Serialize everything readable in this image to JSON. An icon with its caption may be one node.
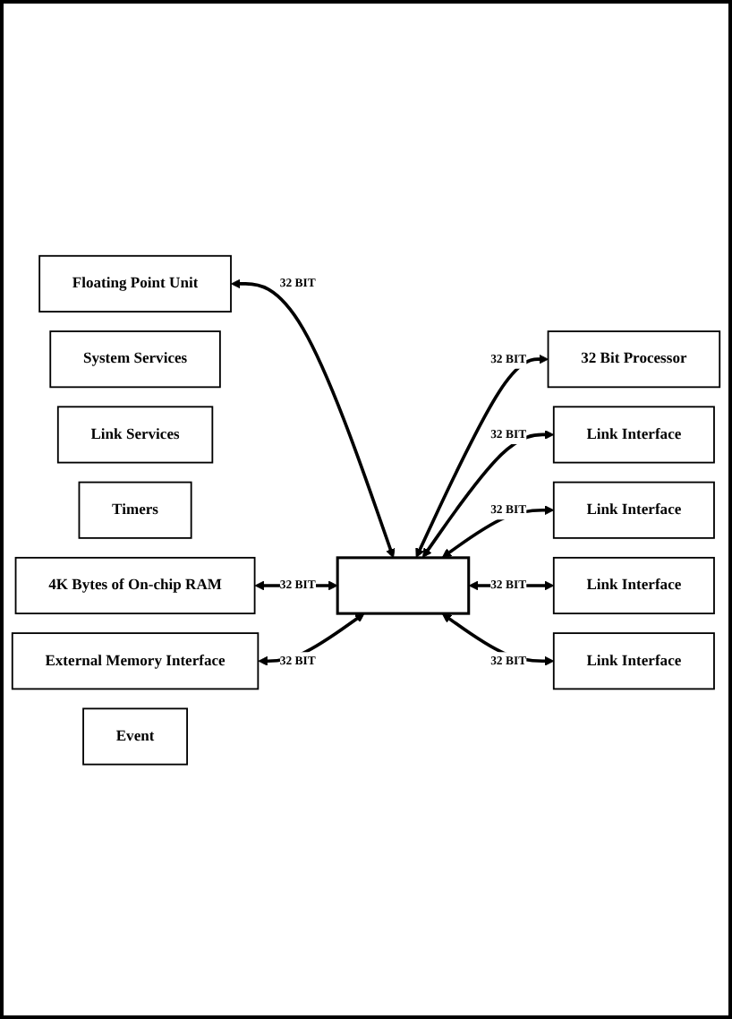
{
  "diagram": {
    "nodes": [
      {
        "text": [
          "Floating Point Unit"
        ]
      },
      {
        "text": [],
        "shape": "bar"
      },
      {
        "text": [
          "System Services"
        ]
      },
      {
        "text": [
          "32 Bit Processor"
        ]
      },
      {
        "text": [
          "Link Services"
        ]
      },
      {
        "text": [
          "Timers"
        ]
      },
      {
        "text": [
          "Link Interface"
        ]
      },
      {
        "text": [
          "4K Bytes of On-chip RAM"
        ]
      },
      {
        "text": [
          "Link Interface"
        ]
      },
      {
        "text": [
          "Link Interface"
        ]
      },
      {
        "text": [
          "External Memory Interface"
        ]
      },
      {
        "text": [
          "Link Interface"
        ]
      },
      {
        "text": [
          "Event"
        ]
      }
    ],
    "edges": [
      {
        "from": 0,
        "to": 1,
        "arrow": "both",
        "label": "32 BIT"
      },
      {
        "from": 1,
        "to": 3,
        "arrow": "both",
        "label": "32 BIT"
      },
      {
        "from": 1,
        "to": 6,
        "arrow": "both",
        "label": "32 BIT"
      },
      {
        "from": 7,
        "to": 1,
        "arrow": "both",
        "label": "32 BIT"
      },
      {
        "from": 1,
        "to": 8,
        "arrow": "both",
        "label": "32 BIT"
      },
      {
        "from": 1,
        "to": 9,
        "arrow": "both",
        "label": "32 BIT"
      },
      {
        "from": 10,
        "to": 1,
        "arrow": "both",
        "label": "32 BIT"
      },
      {
        "from": 1,
        "to": 11,
        "arrow": "both",
        "label": "32 BIT"
      }
    ]
  }
}
